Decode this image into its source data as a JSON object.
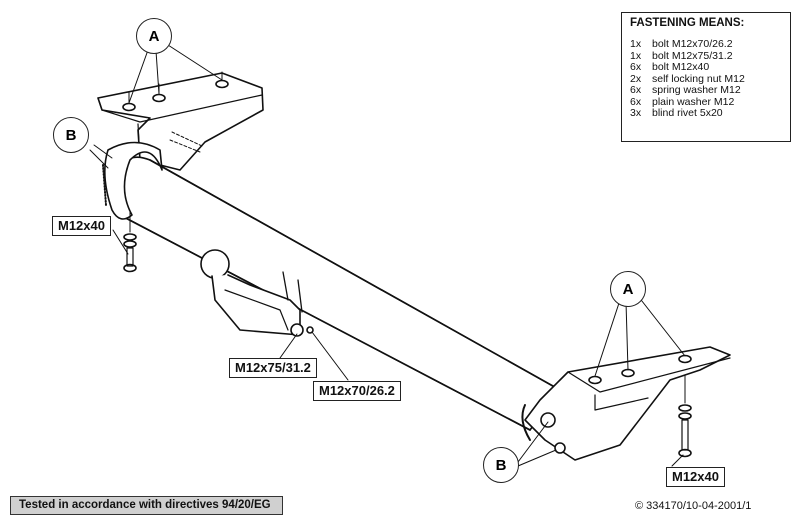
{
  "legend": {
    "title": "FASTENING MEANS:",
    "items": [
      {
        "qty": "1x",
        "desc": "bolt M12x70/26.2"
      },
      {
        "qty": "1x",
        "desc": "bolt M12x75/31.2"
      },
      {
        "qty": "6x",
        "desc": "bolt M12x40"
      },
      {
        "qty": "2x",
        "desc": "self locking nut M12"
      },
      {
        "qty": "6x",
        "desc": "spring washer M12"
      },
      {
        "qty": "6x",
        "desc": "plain washer M12"
      },
      {
        "qty": "3x",
        "desc": "blind rivet 5x20"
      }
    ]
  },
  "callouts": {
    "a_left": "A",
    "b_left": "B",
    "a_right": "A",
    "b_right": "B"
  },
  "labels": {
    "bolt_left": "M12x40",
    "bolt_right": "M12x40",
    "bolt_75": "M12x75/31.2",
    "bolt_70": "M12x70/26.2"
  },
  "footer": {
    "directive": "Tested in accordance with directives 94/20/EG",
    "copyright": "© 334170/10-04-2001/1"
  }
}
